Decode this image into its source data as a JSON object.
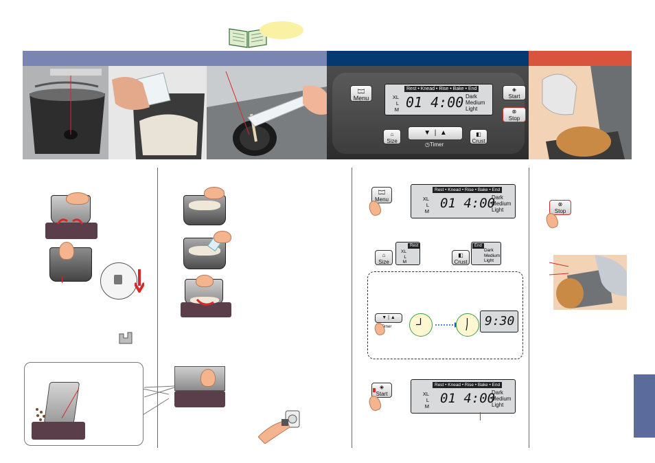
{
  "colors": {
    "bar_lavender": "#7a85b3",
    "bar_navy": "#053a70",
    "bar_orange": "#d9543c",
    "tab_blue": "#5a6b9c",
    "badge_yellow": "#fbf1a4",
    "accent_red": "#d42a2a"
  },
  "icons": [
    "open-book-icon",
    "menu-book-icon",
    "size-loaf-icon",
    "crust-icon",
    "start-icon",
    "stop-icon",
    "timer-clock-icon",
    "down-arrow-icon",
    "up-arrow-icon",
    "power-plug-icon"
  ],
  "panel": {
    "menu_label": "Menu",
    "size_label": "Size",
    "crust_label": "Crust",
    "start_label": "Start",
    "stop_label": "Stop",
    "timer_label": "Timer",
    "stages": "Rest • Knead • Rise • Bake • End",
    "sizes": [
      "XL",
      "L",
      "M"
    ],
    "crusts": [
      "Dark",
      "Medium",
      "Light"
    ],
    "program": "01",
    "time": "4:00"
  },
  "step4": {
    "rest_tag": "Rest",
    "end_tag": "End",
    "timer_display": "9:30"
  }
}
